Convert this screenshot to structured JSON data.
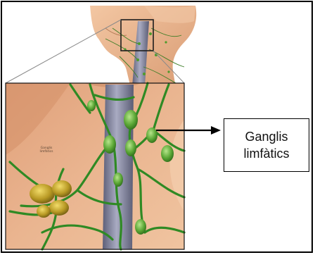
{
  "callout": {
    "line1": "Ganglis",
    "line2": "limfàtics"
  },
  "inset_small_label": {
    "line1": "Ganglis",
    "line2": "limfàtics"
  },
  "colors": {
    "skin": "#e9b48f",
    "skin_dark": "#c98762",
    "vessel": "#3f8f2c",
    "node": "#5fb03a",
    "vein": "#7d7f97",
    "border": "#000000"
  }
}
